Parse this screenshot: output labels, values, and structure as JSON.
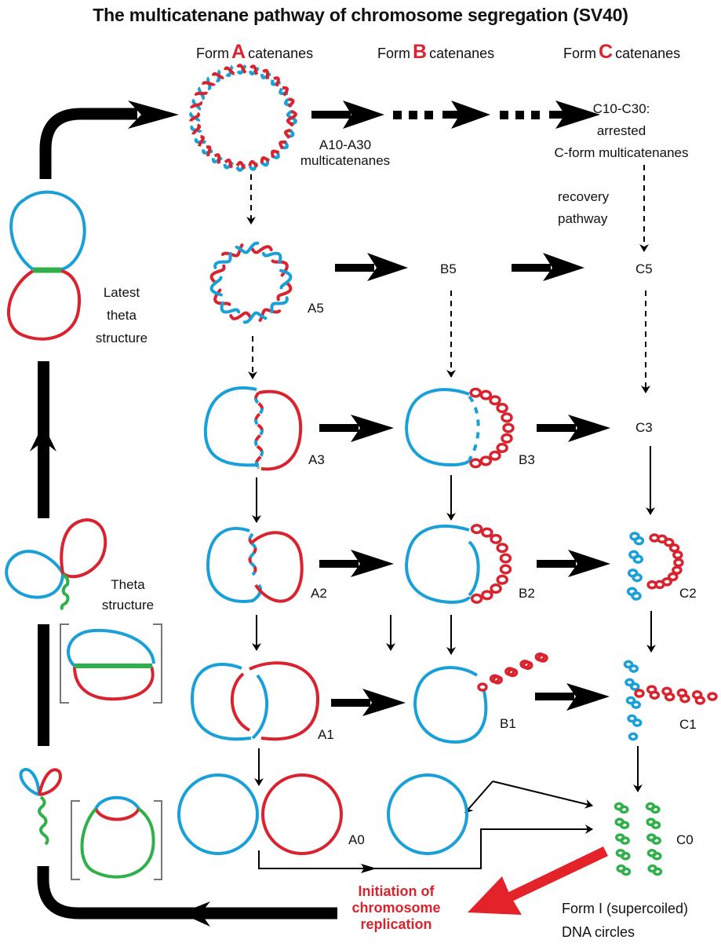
{
  "title": "The multicatenane pathway of chromosome segregation (SV40)",
  "colors": {
    "strand_blue": "#1aa0d8",
    "strand_red": "#d9232e",
    "strand_green": "#2fb04a",
    "arrow_black": "#000000",
    "initiation_red": "#e3222a"
  },
  "columns": [
    {
      "prefix": "Form",
      "letter": "A",
      "suffix": "catenanes"
    },
    {
      "prefix": "Form",
      "letter": "B",
      "suffix": "catenanes"
    },
    {
      "prefix": "Form",
      "letter": "C",
      "suffix": "catenanes"
    }
  ],
  "labels": {
    "a10_a30_line1": "A10-A30",
    "a10_a30_line2": "multicatenanes",
    "c10_c30_line1": "C10-C30:",
    "c10_c30_line2": "arrested",
    "c10_c30_line3": "C-form multicatenanes",
    "recovery_line1": "recovery",
    "recovery_line2": "pathway",
    "latest_theta_line1": "Latest",
    "latest_theta_line2": "theta",
    "latest_theta_line3": "structure",
    "theta_line1": "Theta",
    "theta_line2": "structure",
    "a5": "A5",
    "b5": "B5",
    "c5": "C5",
    "a3": "A3",
    "b3": "B3",
    "c3": "C3",
    "a2": "A2",
    "b2": "B2",
    "c2": "C2",
    "a1": "A1",
    "b1": "B1",
    "c1": "C1",
    "a0": "A0",
    "c0": "C0",
    "initiation_line1": "Initiation of",
    "initiation_line2": "chromosome",
    "initiation_line3": "replication",
    "form_i_line1": "Form I (supercoiled)",
    "form_i_line2": "DNA circles"
  }
}
